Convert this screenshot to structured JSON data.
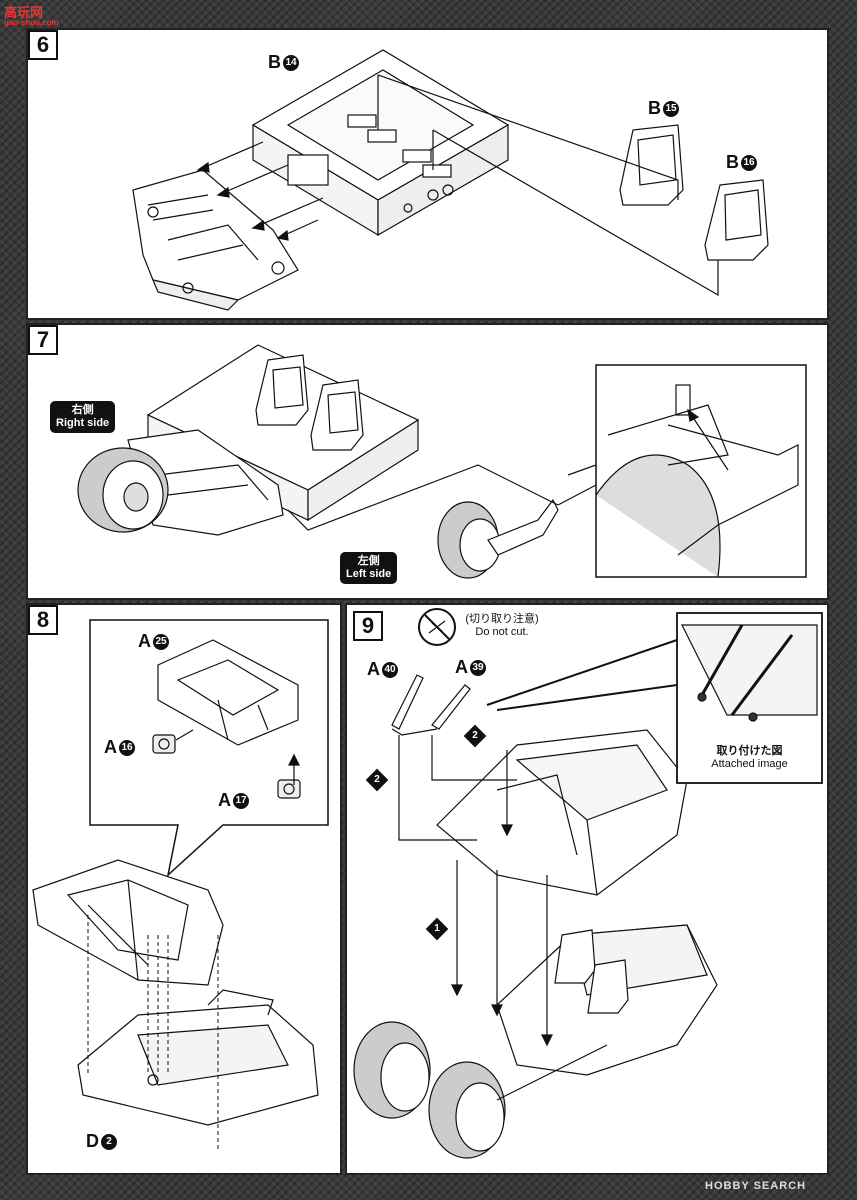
{
  "watermark_top": {
    "text": "高玩网",
    "url": "gao-shou.com"
  },
  "watermark_bottom": "HOBBY SEARCH",
  "step6": {
    "num": "6",
    "part_main": {
      "letter": "B",
      "num": "14"
    },
    "part_seat1": {
      "letter": "B",
      "num": "15"
    },
    "part_seat2": {
      "letter": "B",
      "num": "16"
    }
  },
  "step7": {
    "num": "7",
    "right_jp": "右側",
    "right_en": "Right side",
    "left_jp": "左側",
    "left_en": "Left side"
  },
  "step8": {
    "num": "8",
    "part_a25": {
      "letter": "A",
      "num": "25"
    },
    "part_a16": {
      "letter": "A",
      "num": "16"
    },
    "part_a17": {
      "letter": "A",
      "num": "17"
    },
    "part_d2": {
      "letter": "D",
      "num": "2"
    }
  },
  "step9": {
    "num": "9",
    "note_jp": "(切り取り注意)",
    "note_en": "Do not cut.",
    "part_a40": {
      "letter": "A",
      "num": "40"
    },
    "part_a39": {
      "letter": "A",
      "num": "39"
    },
    "attached_jp": "取り付けた図",
    "attached_en": "Attached image",
    "seq1": "1",
    "seq2a": "2",
    "seq2b": "2"
  }
}
